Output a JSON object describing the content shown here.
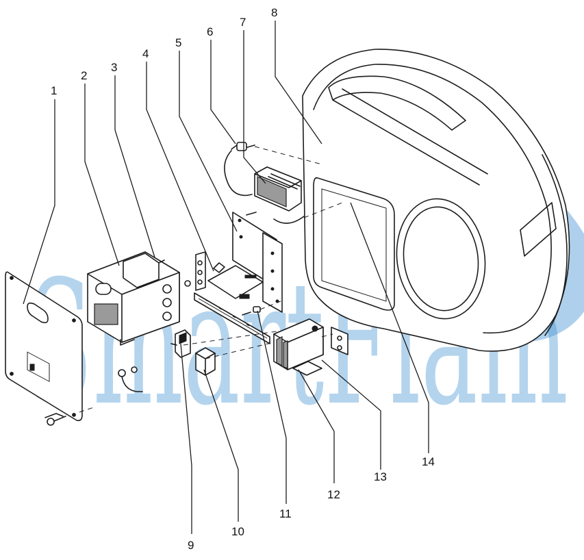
{
  "diagram": {
    "callouts": [
      {
        "id": "1",
        "label": "1"
      },
      {
        "id": "2",
        "label": "2"
      },
      {
        "id": "3",
        "label": "3"
      },
      {
        "id": "4",
        "label": "4"
      },
      {
        "id": "5",
        "label": "5"
      },
      {
        "id": "6",
        "label": "6"
      },
      {
        "id": "7",
        "label": "7"
      },
      {
        "id": "8",
        "label": "8"
      },
      {
        "id": "9",
        "label": "9"
      },
      {
        "id": "10",
        "label": "10"
      },
      {
        "id": "11",
        "label": "11"
      },
      {
        "id": "12",
        "label": "12"
      },
      {
        "id": "13",
        "label": "13"
      },
      {
        "id": "14",
        "label": "14"
      }
    ],
    "watermark": {
      "text": "SmartFlam",
      "color": "#3d8fd1"
    }
  }
}
